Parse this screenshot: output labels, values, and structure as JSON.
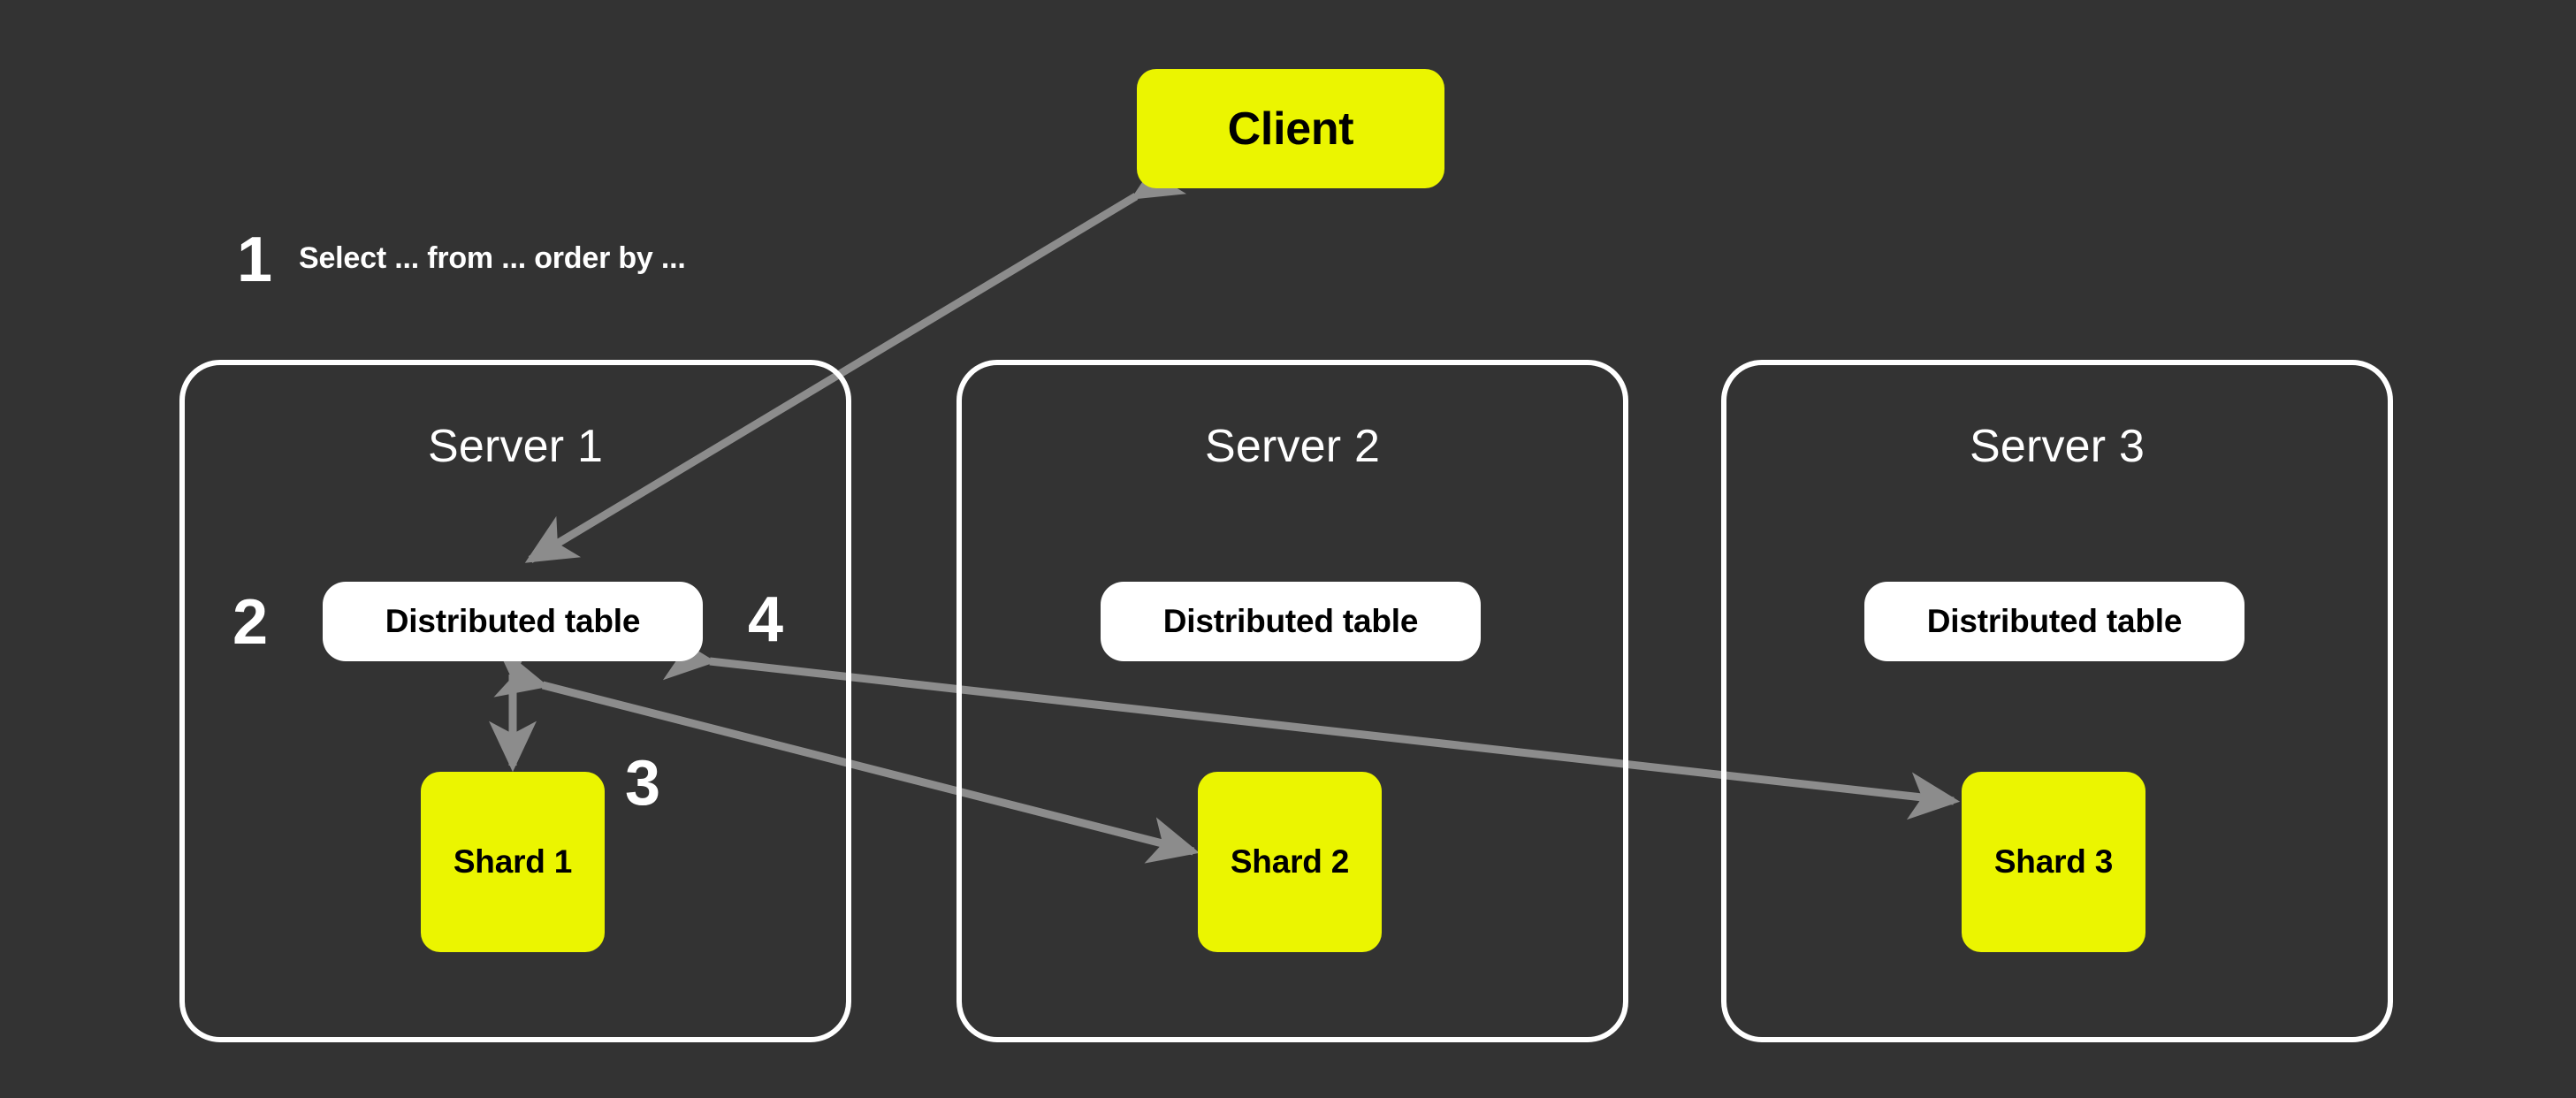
{
  "diagram": {
    "title": "ClickHouse distributed query execution across shards",
    "background_color": "#333333",
    "accent_yellow": "#ebf500",
    "node_white": "#ffffff",
    "arrow_color": "#8c8c8c",
    "text_white": "#ffffff"
  },
  "client": {
    "label": "Client"
  },
  "step_one": {
    "number": "1",
    "text": "Select ... from ... order by ..."
  },
  "steps": {
    "two": "2",
    "three": "3",
    "four": "4"
  },
  "servers": [
    {
      "title": "Server 1",
      "distributed_table": "Distributed table",
      "shard": "Shard 1"
    },
    {
      "title": "Server 2",
      "distributed_table": "Distributed table",
      "shard": "Shard 2"
    },
    {
      "title": "Server 3",
      "distributed_table": "Distributed table",
      "shard": "Shard 3"
    }
  ],
  "arrows": [
    {
      "name": "client-to-distributed-table-1",
      "from": "Client",
      "to": "Distributed table (Server 1)",
      "style": "double-headed",
      "step": "1"
    },
    {
      "name": "distributed-table-1-to-shard-1",
      "from": "Distributed table (Server 1)",
      "to": "Shard 1",
      "style": "double-headed",
      "step": "2"
    },
    {
      "name": "distributed-table-1-to-shard-2",
      "from": "Distributed table (Server 1)",
      "to": "Shard 2",
      "style": "double-headed",
      "step": "3"
    },
    {
      "name": "distributed-table-1-to-shard-3",
      "from": "Distributed table (Server 1)",
      "to": "Shard 3",
      "style": "double-headed",
      "step": "4"
    }
  ]
}
